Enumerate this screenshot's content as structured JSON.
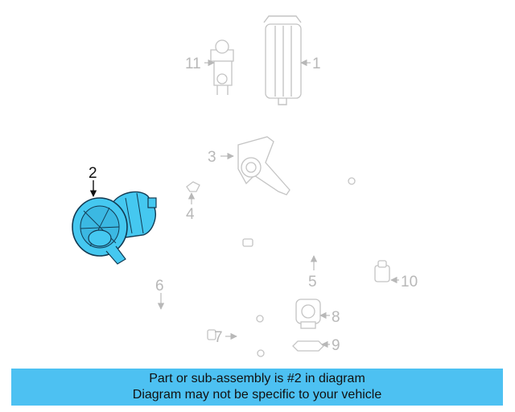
{
  "diagram": {
    "callouts": {
      "c1": "1",
      "c2": "2",
      "c3": "3",
      "c4": "4",
      "c5": "5",
      "c6": "6",
      "c7": "7",
      "c8": "8",
      "c9": "9",
      "c10": "10",
      "c11": "11"
    },
    "highlight_color": "#45c8f0",
    "muted_color": "#c4c4c4"
  },
  "banner": {
    "line1": "Part or sub-assembly is #2 in diagram",
    "line2": "Diagram may not be specific to your vehicle",
    "color": "#4dc1f2"
  }
}
